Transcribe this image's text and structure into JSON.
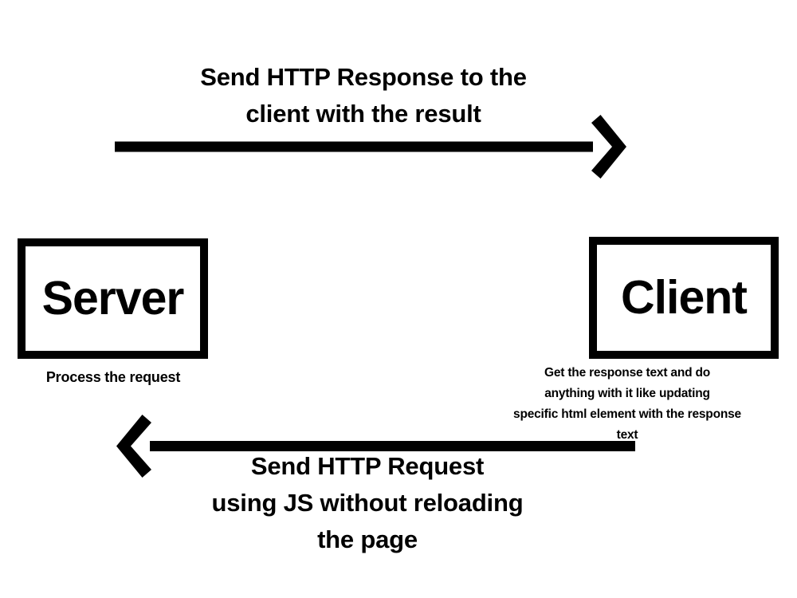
{
  "diagram": {
    "title": "AJAX client server request response flow",
    "background_color": "#ffffff",
    "stroke_color": "#000000"
  },
  "flows": {
    "response": {
      "label": "Send HTTP Response to the\nclient with the result",
      "direction": "server-to-client",
      "arrow_icon": "arrow-right-icon"
    },
    "request": {
      "label": "Send HTTP Request\nusing JS without reloading\nthe page",
      "direction": "client-to-server",
      "arrow_icon": "arrow-left-icon"
    }
  },
  "nodes": {
    "server": {
      "title": "Server",
      "caption": "Process the request"
    },
    "client": {
      "title": "Client",
      "caption": "Get the response text and do\nanything with it like updating\nspecific html element with the response\ntext"
    }
  }
}
